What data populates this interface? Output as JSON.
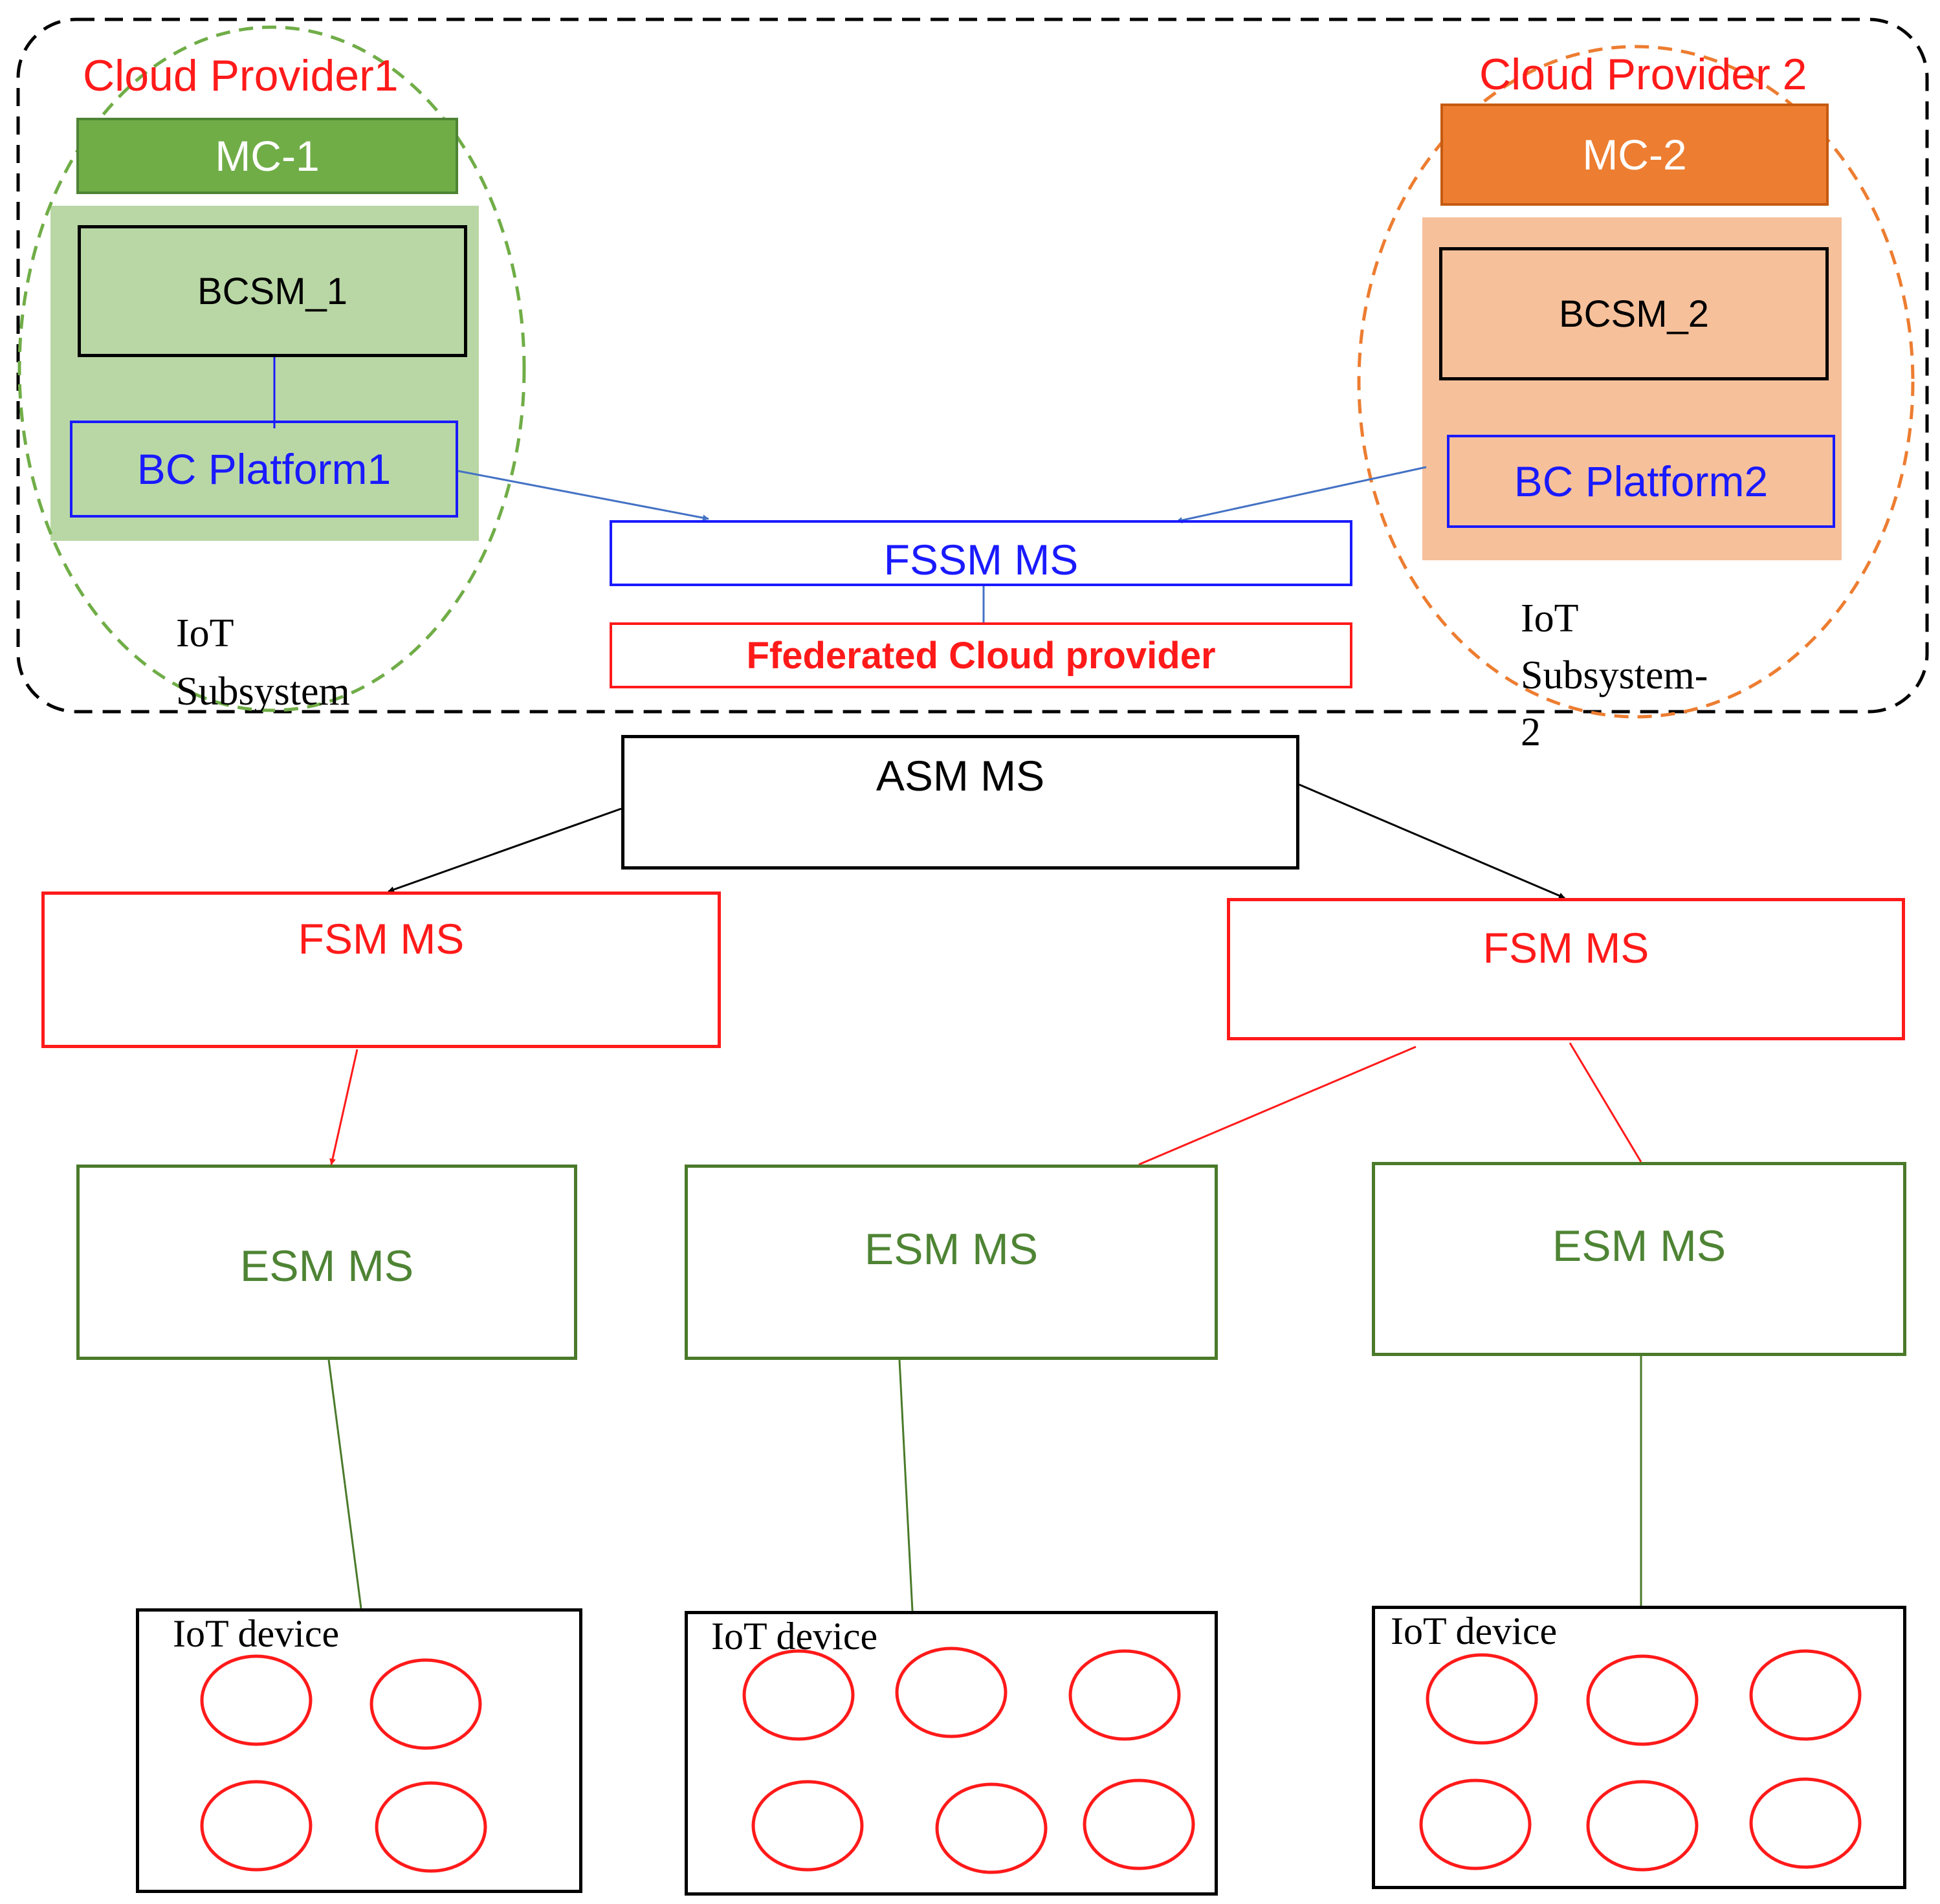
{
  "colors": {
    "red": "#ff1a1a",
    "blue": "#1a1aff",
    "green_dark": "#4a7a2a",
    "green_text": "#4e8434",
    "green_fill": "#b9d7a5",
    "green_header": "#70ad47",
    "orange_header": "#ed7d31",
    "orange_fill": "#f6c09a",
    "arrow_blue": "#4472c4",
    "black": "#000000"
  },
  "cloud": {
    "provider1_label": "Cloud Provider1",
    "provider2_label": "Cloud Provider 2",
    "mc1_label": "MC-1",
    "mc2_label": "MC-2",
    "bcsm1_label": "BCSM_1",
    "bcsm2_label": "BCSM_2",
    "bc_platform1_label": "BC Platform1",
    "bc_platform2_label": "BC Platform2",
    "iot_subsystem1_label": "IoT\nSubsystem",
    "iot_subsystem2_label": "IoT\nSubsystem-\n2"
  },
  "federation": {
    "fssm_label": "FSSM MS",
    "federated_provider_label": "Ffederated Cloud provider"
  },
  "hierarchy": {
    "asm_label": "ASM MS",
    "fsm_left_label": "FSM MS",
    "fsm_right_label": "FSM MS",
    "esm_labels": [
      "ESM MS",
      "ESM MS",
      "ESM MS"
    ]
  },
  "devices": {
    "group_label": "IoT device",
    "groups": [
      {
        "label": "IoT device",
        "device_count": 4
      },
      {
        "label": "IoT device",
        "device_count": 6
      },
      {
        "label": "IoT device",
        "device_count": 6
      }
    ]
  }
}
